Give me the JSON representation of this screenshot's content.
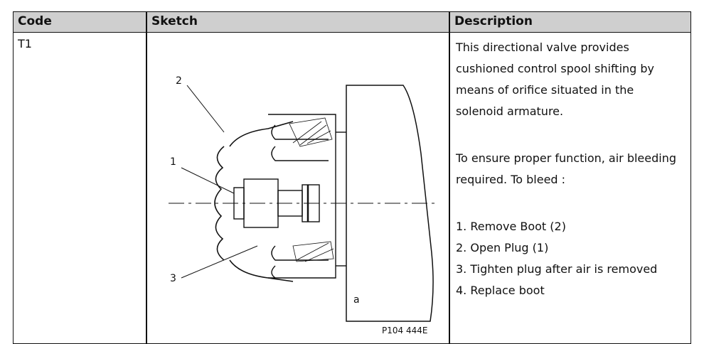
{
  "table": {
    "headers": {
      "code": "Code",
      "sketch": "Sketch",
      "description": "Description"
    },
    "row": {
      "code": "T1",
      "sketch": {
        "labels": [
          "2",
          "1",
          "3",
          "a"
        ],
        "reference": "P104 444E"
      },
      "description": {
        "paragraph1": "This directional valve provides cushioned control spool shifting by means of orifice situated in the solenoid armature.",
        "paragraph2": "To ensure proper function, air bleeding required. To bleed :",
        "steps": [
          "1. Remove Boot (2)",
          "2. Open Plug (1)",
          "3. Tighten plug after air is removed",
          "4. Replace boot"
        ]
      }
    }
  }
}
